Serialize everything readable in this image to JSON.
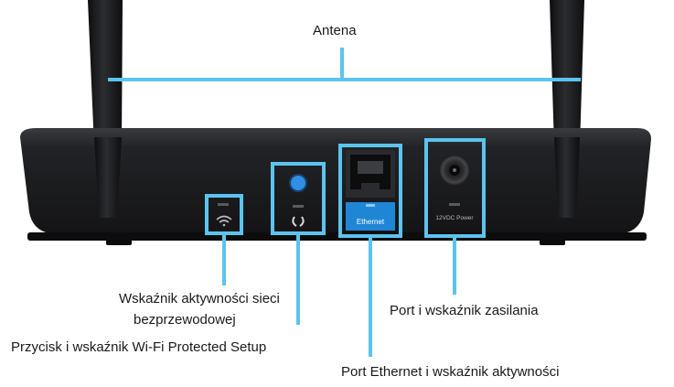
{
  "labels": {
    "antenna": "Antena",
    "wireless_line1": "Wskaźnik aktywności sieci",
    "wireless_line2": "bezprzewodowej",
    "wps": "Przycisk i wskaźnik Wi-Fi Protected Setup",
    "power": "Port i wskaźnik zasilania",
    "ethernet": "Port Ethernet i wskaźnik aktywności"
  },
  "device": {
    "ethernet_port_label": "Ethernet",
    "power_port_label": "12VDC Power"
  },
  "colors": {
    "callout": "#5bc4ee",
    "device_body": "#1e1f22",
    "wps_button": "#2f8fe6",
    "ethernet_strip": "#1f86d6"
  },
  "icons": [
    "wifi-icon",
    "wps-icon",
    "power-jack-icon"
  ]
}
